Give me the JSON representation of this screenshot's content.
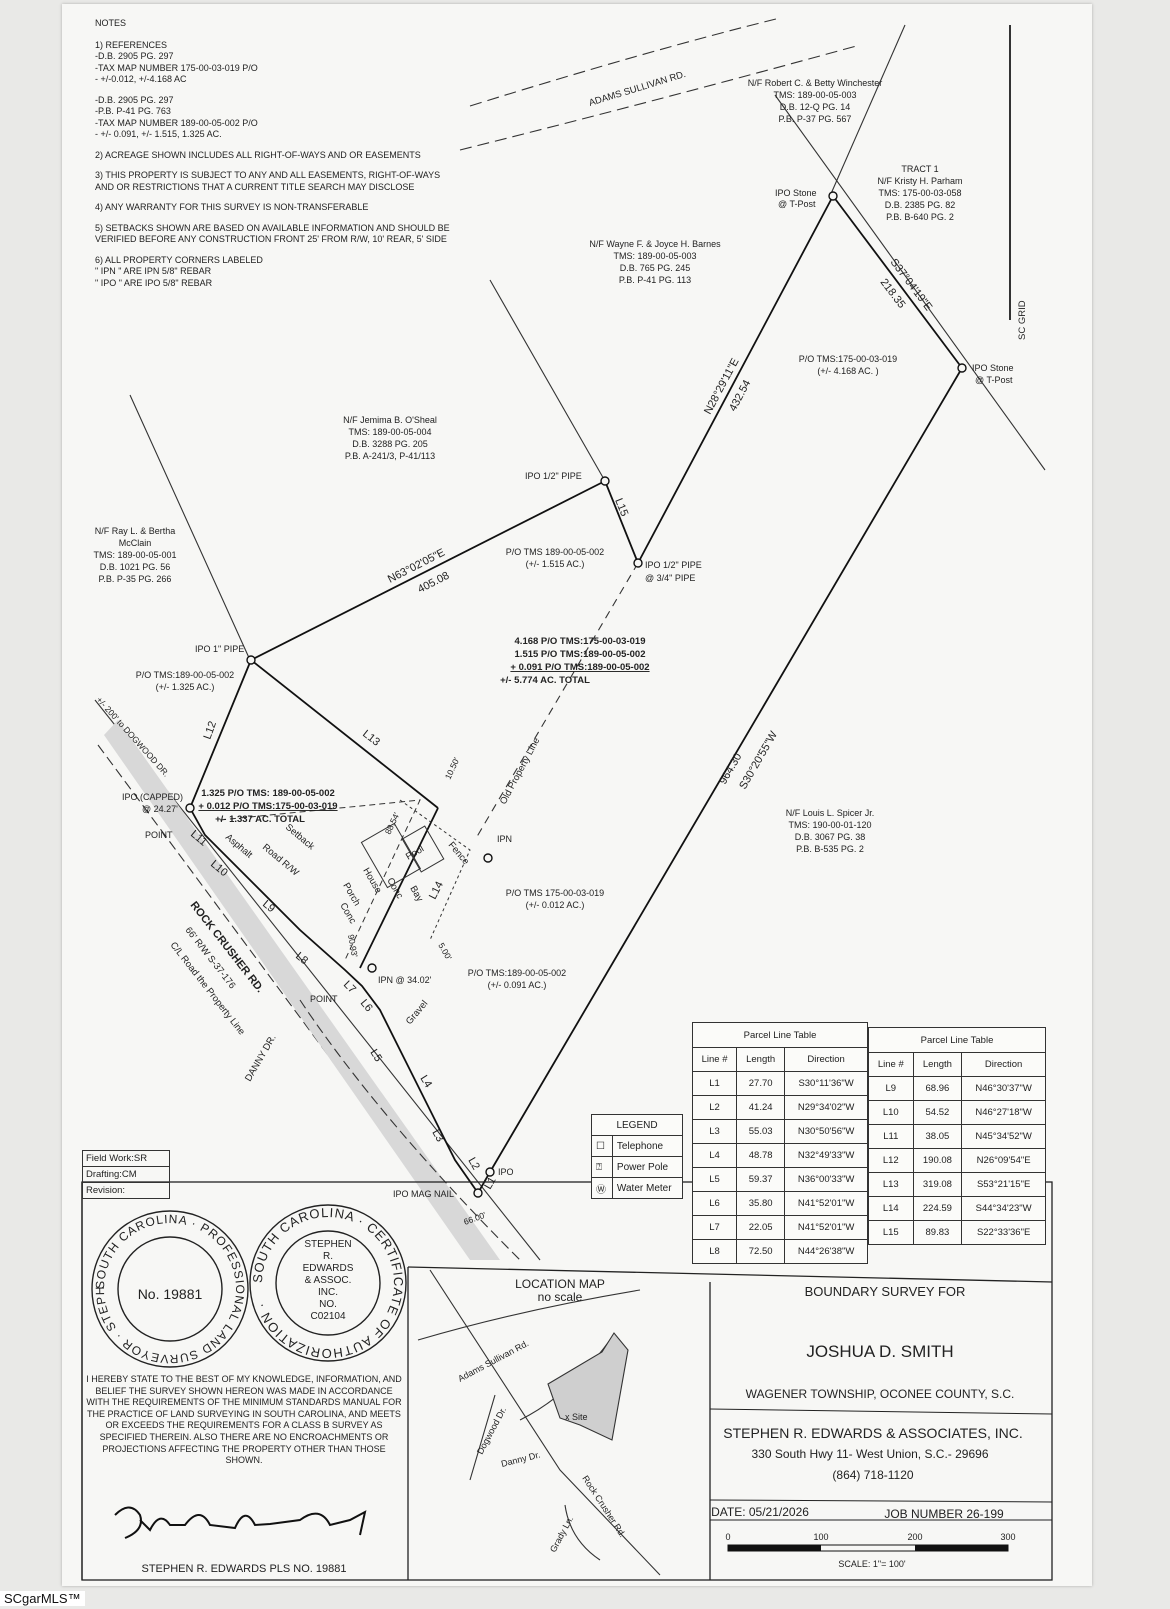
{
  "notes": {
    "heading": "NOTES",
    "items": [
      "1) REFERENCES\n-D.B. 2905 PG. 297\n-TAX MAP NUMBER 175-00-03-019 P/O\n- +/-0.012, +/-4.168 AC",
      "-D.B. 2905 PG. 297\n-P.B. P-41 PG. 763\n-TAX MAP NUMBER 189-00-05-002 P/O\n- +/- 0.091, +/- 1.515, 1.325 AC.",
      "2) ACREAGE SHOWN INCLUDES ALL RIGHT-OF-WAYS AND OR EASEMENTS",
      "3) THIS PROPERTY IS SUBJECT TO ANY AND ALL EASEMENTS, RIGHT-OF-WAYS AND OR RESTRICTIONS THAT A CURRENT TITLE SEARCH MAY DISCLOSE",
      "4) ANY WARRANTY FOR THIS SURVEY IS NON-TRANSFERABLE",
      "5) SETBACKS SHOWN ARE BASED ON AVAILABLE INFORMATION AND SHOULD BE VERIFIED BEFORE ANY CONSTRUCTION FRONT 25' FROM R/W, 10' REAR, 5' SIDE",
      "6) ALL PROPERTY CORNERS LABELED\n\" IPN \" ARE IPN 5/8\" REBAR\n\" IPO \" ARE IPO 5/8\" REBAR"
    ]
  },
  "roads": {
    "adams": "ADAMS SULLIVAN RD.",
    "rock": "ROCK CRUSHER RD.",
    "rock_rw": "66' R/W S-37-176",
    "rock_cl": "C/L Road the Property Line",
    "danny": "DANNY DR.",
    "dogwood": "+/- 200' to DOGWOOD DR.",
    "asphalt": "Asphalt",
    "road_rw": "Road R/W",
    "setback": "Setback",
    "gravel": "Gravel",
    "old_line": "Old Property Line",
    "fence": "Fence",
    "pool": "Pool",
    "house": "House",
    "porch": "Porch",
    "conc": "Conc",
    "conc2": "Conc",
    "bay": "Bay",
    "grid": "SC GRID"
  },
  "neighbors": {
    "winchester": [
      "N/F Robert C. & Betty Winchester",
      "TMS: 189-00-05-003",
      "D.B. 12-Q PG. 14",
      "P.B. P-37 PG. 567"
    ],
    "parham": [
      "TRACT 1",
      "N/F Kristy H. Parham",
      "TMS: 175-00-03-058",
      "D.B. 2385 PG. 82",
      "P.B. B-640 PG. 2"
    ],
    "barnes": [
      "N/F Wayne F. & Joyce H. Barnes",
      "TMS: 189-00-05-003",
      "D.B. 765 PG. 245",
      "P.B. P-41 PG. 113"
    ],
    "osheal": [
      "N/F Jemima B. O'Sheal",
      "TMS: 189-00-05-004",
      "D.B. 3288 PG. 205",
      "P.B. A-241/3, P-41/113"
    ],
    "mcclain": [
      "N/F Ray L. & Bertha",
      "McClain",
      "TMS: 189-00-05-001",
      "D.B. 1021 PG. 56",
      "P.B. P-35 PG. 266"
    ],
    "spicer": [
      "N/F Louis L. Spicer Jr.",
      "TMS: 190-00-01-120",
      "D.B. 3067 PG. 38",
      "P.B. B-535 PG. 2"
    ]
  },
  "points": {
    "ipo_stone_1": "IPO Stone",
    "ipo_stone_1b": "@ T-Post",
    "ipo_stone_2": "IPO Stone",
    "ipo_stone_2b": "@ T-Post",
    "ipo_half_1": "IPO 1/2\" PIPE",
    "ipo_half_2": "IPO 1/2\" PIPE",
    "ipo_half_2b": "@ 3/4\" PIPE",
    "ipo_one": "IPO 1\" PIPE",
    "ipo_capped": "IPO (CAPPED)",
    "ipo_capped_b": "@ 24.27'",
    "point1": "POINT",
    "point2": "POINT",
    "ipn": "IPN",
    "ipn_34": "IPN @ 34.02'",
    "ipo": "IPO",
    "mag": "IPO MAG NAIL"
  },
  "bearings": {
    "n28": "N28°29'11\"E",
    "n28_d": "432.54",
    "s37": "S37°04'19\"E",
    "s37_d": "218.35",
    "n63": "N63°02'05\"E",
    "n63_d": "405.08",
    "s30": "S30°20'55\"W",
    "s30_d": "964.30",
    "l15": "L15",
    "l12": "L12",
    "l13": "L13",
    "l14": "L14",
    "l11": "L11",
    "l10": "L10",
    "l9": "L9",
    "l8": "L8",
    "l7": "L7",
    "l6": "L6",
    "l5": "L5",
    "l4": "L4",
    "l3": "L3",
    "l2": "L2",
    "l1": "L1",
    "d1050": "10.50'",
    "d8854": "88.54'",
    "d9093": "90.93'",
    "d500": "5.00'",
    "d6600": "66.00'"
  },
  "parcels": {
    "po_4168": [
      "P/O TMS:175-00-03-019",
      "(+/- 4.168 AC. )"
    ],
    "po_1515": [
      "P/O TMS 189-00-05-002",
      "(+/- 1.515 AC.)"
    ],
    "po_1325": [
      "P/O TMS:189-00-05-002",
      "(+/- 1.325 AC.)"
    ],
    "po_0012": [
      "P/O TMS 175-00-03-019",
      "(+/- 0.012 AC.)"
    ],
    "po_0091": [
      "P/O TMS:189-00-05-002",
      "(+/- 0.091 AC.)"
    ],
    "total_big": [
      "4.168 P/O TMS:175-00-03-019",
      "1.515 P/O TMS:189-00-05-002",
      "+ 0.091  P/O TMS:189-00-05-002",
      "+/- 5.774 AC. TOTAL"
    ],
    "total_small": [
      "1.325 P/O TMS: 189-00-05-002",
      "+ 0.012 P/O TMS:175-00-03-019",
      "+/- 1.337 AC. TOTAL"
    ]
  },
  "table_left": {
    "caption": "Parcel Line Table",
    "headers": [
      "Line #",
      "Length",
      "Direction"
    ],
    "rows": [
      [
        "L1",
        "27.70",
        "S30°11'36\"W"
      ],
      [
        "L2",
        "41.24",
        "N29°34'02\"W"
      ],
      [
        "L3",
        "55.03",
        "N30°50'56\"W"
      ],
      [
        "L4",
        "48.78",
        "N32°49'33\"W"
      ],
      [
        "L5",
        "59.37",
        "N36°00'33\"W"
      ],
      [
        "L6",
        "35.80",
        "N41°52'01\"W"
      ],
      [
        "L7",
        "22.05",
        "N41°52'01\"W"
      ],
      [
        "L8",
        "72.50",
        "N44°26'38\"W"
      ]
    ]
  },
  "table_right": {
    "caption": "Parcel Line Table",
    "headers": [
      "Line #",
      "Length",
      "Direction"
    ],
    "rows": [
      [
        "L9",
        "68.96",
        "N46°30'37\"W"
      ],
      [
        "L10",
        "54.52",
        "N46°27'18\"W"
      ],
      [
        "L11",
        "38.05",
        "N45°34'52\"W"
      ],
      [
        "L12",
        "190.08",
        "N26°09'54\"E"
      ],
      [
        "L13",
        "319.08",
        "S53°21'15\"E"
      ],
      [
        "L14",
        "224.59",
        "S44°34'23\"W"
      ],
      [
        "L15",
        "89.83",
        "S22°33'36\"E"
      ]
    ]
  },
  "legend": {
    "title": "LEGEND",
    "items": [
      {
        "sym": "☐",
        "label": "Telephone"
      },
      {
        "sym": "⍰",
        "label": "Power Pole"
      },
      {
        "sym": "Ⓦ",
        "label": "Water Meter"
      }
    ]
  },
  "sidebox": {
    "field": "Field Work:SR",
    "drafting": "Drafting:CM",
    "revision": "Revision:"
  },
  "seal1": {
    "ring": "SOUTH CAROLINA · PROFESSIONAL LAND SURVEYOR · STEPHEN R. EDWARDS ·",
    "no": "No. 19881"
  },
  "seal2": {
    "ring": "SOUTH CAROLINA · CERTIFICATE OF AUTHORIZATION ·",
    "center": [
      "STEPHEN",
      "R.",
      "EDWARDS",
      "& ASSOC.",
      "INC.",
      "NO.",
      "C02104"
    ]
  },
  "certification": "I HEREBY STATE TO THE BEST OF MY KNOWLEDGE, INFORMATION, AND BELIEF THE SURVEY SHOWN HEREON WAS MADE IN ACCORDANCE WITH THE REQUIREMENTS OF THE MINIMUM STANDARDS MANUAL FOR THE PRACTICE OF LAND SURVEYING IN SOUTH CAROLINA, AND MEETS OR EXCEEDS THE REQUIREMENTS FOR A CLASS B SURVEY AS SPECIFIED THEREIN. ALSO THERE ARE NO ENCROACHMENTS OR PROJECTIONS AFFECTING THE PROPERTY OTHER THAN THOSE SHOWN.",
  "signature": {
    "script": "Stephen R. Edwards",
    "printed": "STEPHEN R. EDWARDS PLS NO. 19881"
  },
  "location_map": {
    "title": "LOCATION MAP",
    "subtitle": "no scale",
    "adams": "Adams Sullivan Rd.",
    "dogwood": "Dogwood Dr.",
    "danny": "Danny Dr.",
    "site": "x Site",
    "rock": "Rock Crusher Rd.",
    "grady": "Grady Ln."
  },
  "title_block": {
    "boundary": "BOUNDARY SURVEY FOR",
    "client": "JOSHUA D. SMITH",
    "location": "WAGENER TOWNSHIP, OCONEE COUNTY, S.C.",
    "firm": "STEPHEN R. EDWARDS & ASSOCIATES, INC.",
    "address": "330 South Hwy 11- West Union, S.C.- 29696",
    "phone": "(864) 718-1120",
    "date": "DATE: 05/21/2026",
    "job": "JOB NUMBER 26-199",
    "scale_ticks": [
      "0",
      "100",
      "200",
      "300"
    ],
    "scale_label": "SCALE:  1\"= 100'"
  },
  "watermark": "SCgarMLS™"
}
